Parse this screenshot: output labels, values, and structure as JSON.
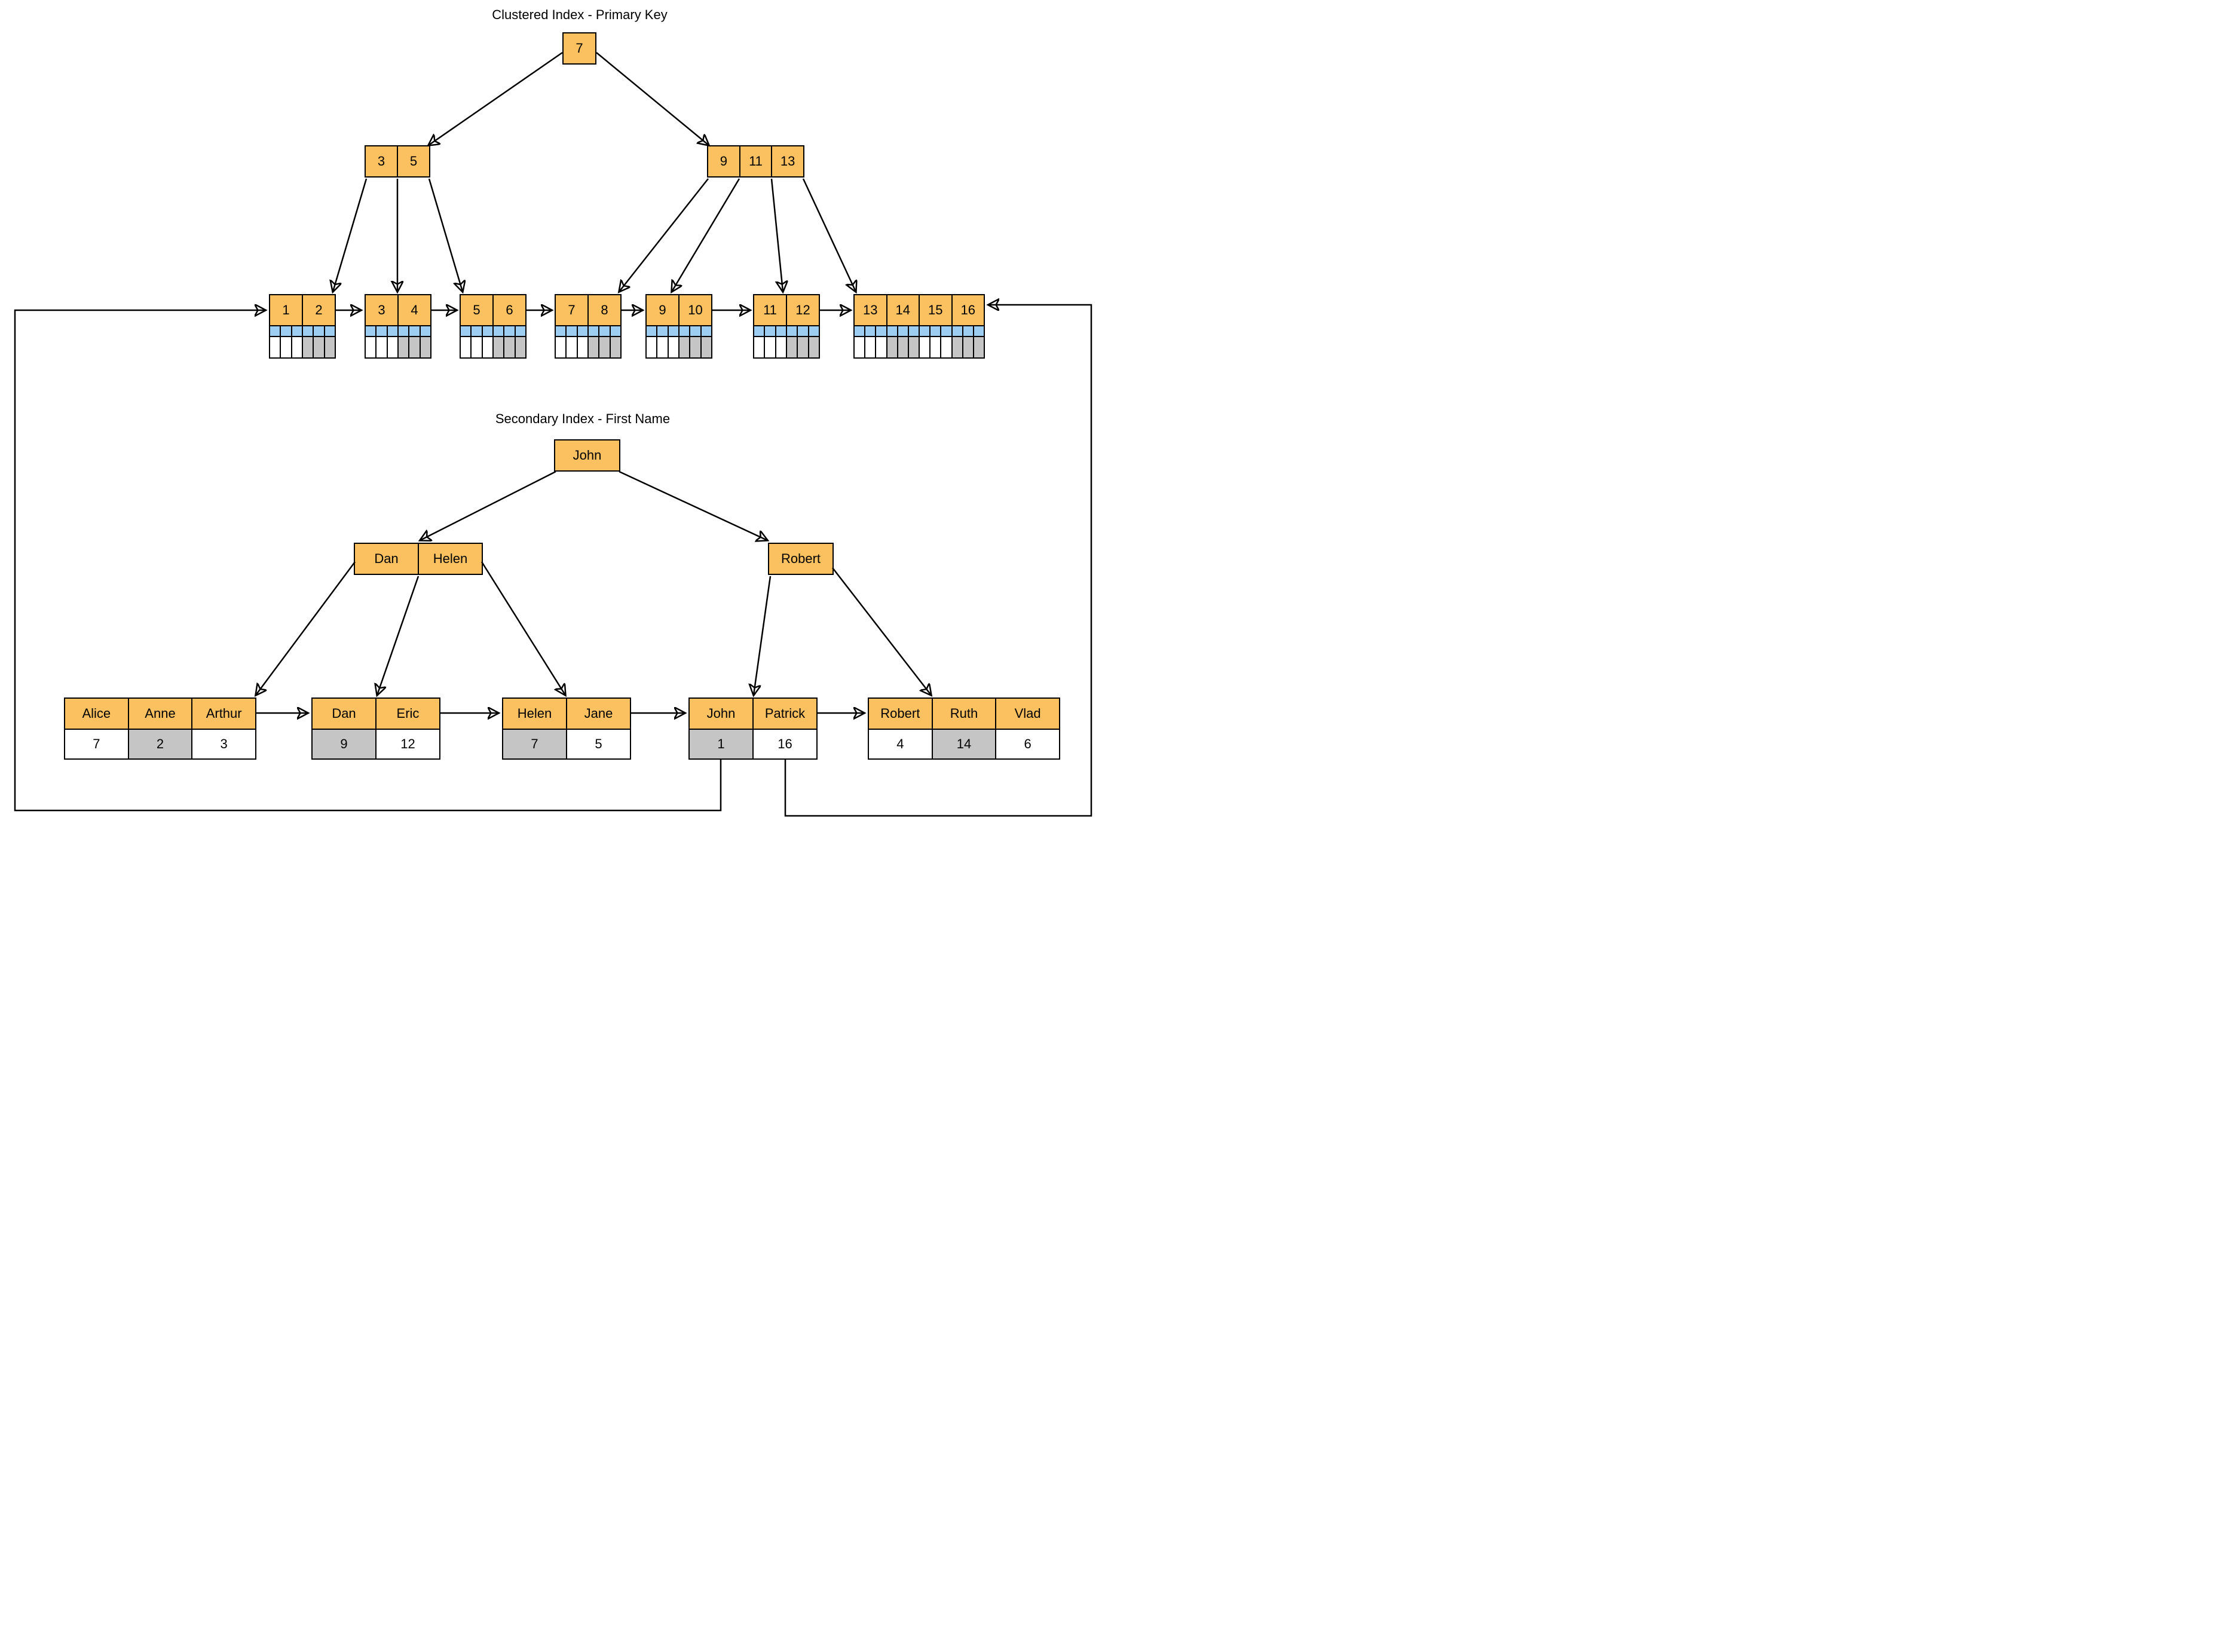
{
  "colors": {
    "node_fill": "#FBC05F",
    "node_stroke": "#000000",
    "record_header_fill": "#9ECDF2",
    "shaded_cell_fill": "#C5C5C5",
    "background": "#FFFFFF"
  },
  "clustered": {
    "title": "Clustered Index - Primary Key",
    "root": {
      "keys": [
        "7"
      ]
    },
    "internal": [
      {
        "keys": [
          "3",
          "5"
        ]
      },
      {
        "keys": [
          "9",
          "11",
          "13"
        ]
      }
    ],
    "leaves": [
      {
        "keys": [
          {
            "key": "1",
            "shade": "white"
          },
          {
            "key": "2",
            "shade": "gray"
          }
        ]
      },
      {
        "keys": [
          {
            "key": "3",
            "shade": "white"
          },
          {
            "key": "4",
            "shade": "gray"
          }
        ]
      },
      {
        "keys": [
          {
            "key": "5",
            "shade": "white"
          },
          {
            "key": "6",
            "shade": "gray"
          }
        ]
      },
      {
        "keys": [
          {
            "key": "7",
            "shade": "white"
          },
          {
            "key": "8",
            "shade": "gray"
          }
        ]
      },
      {
        "keys": [
          {
            "key": "9",
            "shade": "white"
          },
          {
            "key": "10",
            "shade": "gray"
          }
        ]
      },
      {
        "keys": [
          {
            "key": "11",
            "shade": "white"
          },
          {
            "key": "12",
            "shade": "gray"
          }
        ]
      },
      {
        "keys": [
          {
            "key": "13",
            "shade": "white"
          },
          {
            "key": "14",
            "shade": "gray"
          },
          {
            "key": "15",
            "shade": "white"
          },
          {
            "key": "16",
            "shade": "gray"
          }
        ]
      }
    ]
  },
  "secondary": {
    "title": "Secondary Index - First Name",
    "root": {
      "keys": [
        "John"
      ]
    },
    "internal": [
      {
        "keys": [
          "Dan",
          "Helen"
        ]
      },
      {
        "keys": [
          "Robert"
        ]
      }
    ],
    "leaves": [
      {
        "entries": [
          {
            "name": "Alice",
            "pk": "7",
            "shade": "white"
          },
          {
            "name": "Anne",
            "pk": "2",
            "shade": "gray"
          },
          {
            "name": "Arthur",
            "pk": "3",
            "shade": "white"
          }
        ]
      },
      {
        "entries": [
          {
            "name": "Dan",
            "pk": "9",
            "shade": "gray"
          },
          {
            "name": "Eric",
            "pk": "12",
            "shade": "white"
          }
        ]
      },
      {
        "entries": [
          {
            "name": "Helen",
            "pk": "7",
            "shade": "gray"
          },
          {
            "name": "Jane",
            "pk": "5",
            "shade": "white"
          }
        ]
      },
      {
        "entries": [
          {
            "name": "John",
            "pk": "1",
            "shade": "gray"
          },
          {
            "name": "Patrick",
            "pk": "16",
            "shade": "white"
          }
        ]
      },
      {
        "entries": [
          {
            "name": "Robert",
            "pk": "4",
            "shade": "white"
          },
          {
            "name": "Ruth",
            "pk": "14",
            "shade": "gray"
          },
          {
            "name": "Vlad",
            "pk": "6",
            "shade": "white"
          }
        ]
      }
    ]
  }
}
